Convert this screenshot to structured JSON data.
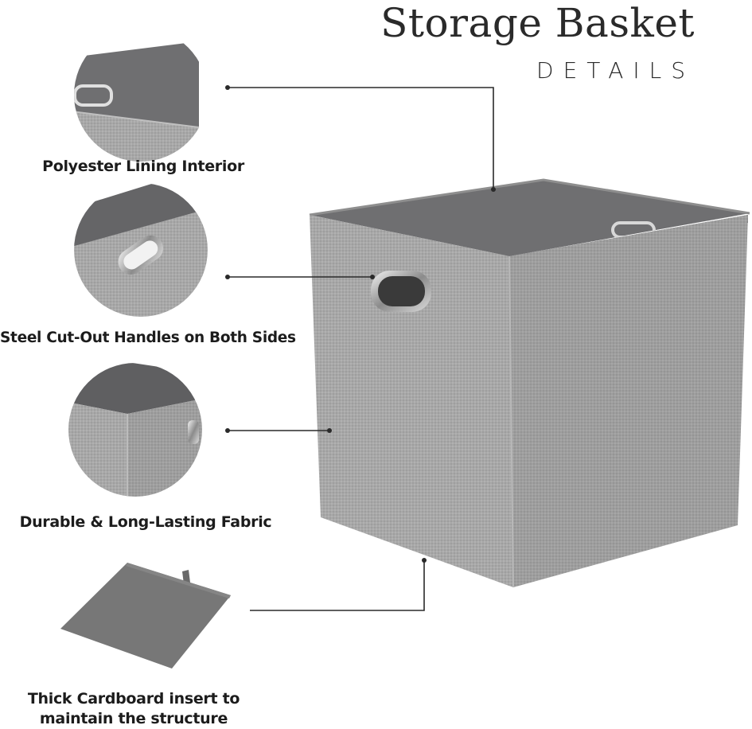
{
  "header": {
    "title": "Storage Basket",
    "subtitle": "DETAILS"
  },
  "features": [
    {
      "label": "Polyester Lining Interior"
    },
    {
      "label": "Steel Cut-Out Handles on Both Sides"
    },
    {
      "label": "Durable & Long-Lasting Fabric"
    },
    {
      "label": "Thick Cardboard insert to maintain the structure"
    }
  ],
  "colors": {
    "fabric": "#a9a9a9",
    "fabric_dark": "#8f8f8f",
    "lining": "#6e6e70",
    "insert": "#727272",
    "text": "#1c1c1c"
  }
}
